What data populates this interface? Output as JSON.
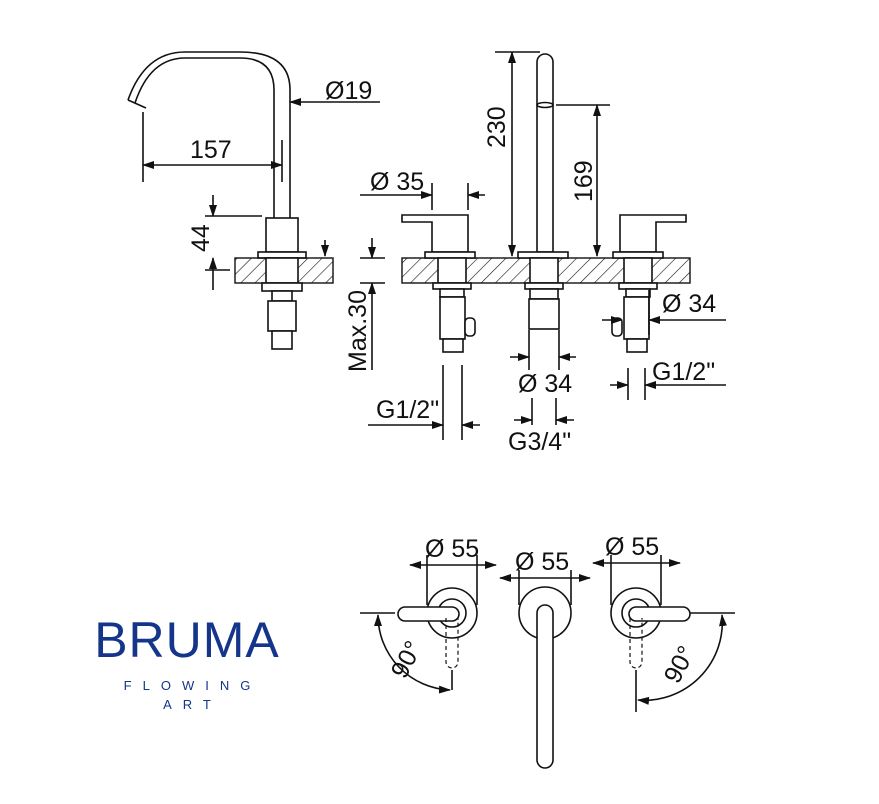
{
  "brand": {
    "name": "BRUMA",
    "tagline_1": "FLOWING",
    "tagline_2": "ART",
    "color": "#14358a"
  },
  "dimensions": {
    "spout_reach": "157",
    "spout_pipe_diameter": "Ø19",
    "base_height": "44",
    "handle_diameter": "Ø 35",
    "total_height": "230",
    "spout_outlet_height": "169",
    "max_counter_thickness": "Max.30",
    "valve_body_diameter": "Ø 34",
    "center_body_diameter": "Ø 34",
    "left_connection": "G1/2\"",
    "right_connection": "G1/2\"",
    "center_connection": "G3/4\"",
    "left_rosette": "Ø 55",
    "center_rosette": "Ø 55",
    "right_rosette": "Ø 55",
    "left_rotation": "90°",
    "right_rotation": "90°"
  }
}
